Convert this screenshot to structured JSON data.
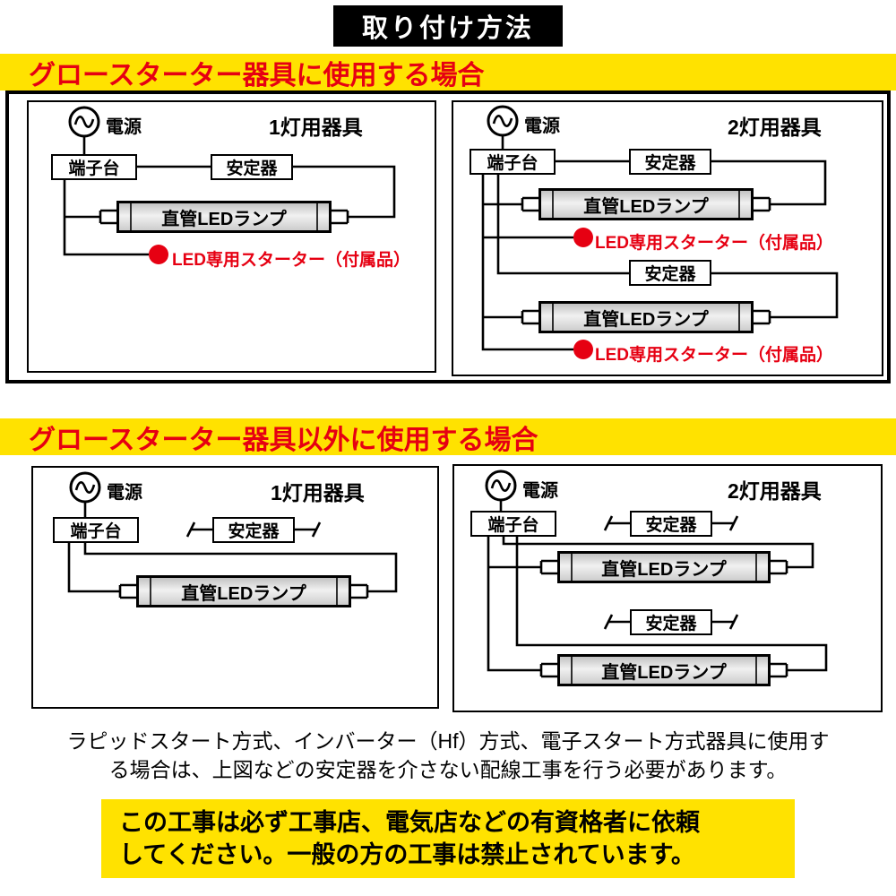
{
  "header": {
    "title": "取り付け方法"
  },
  "sections": {
    "glow": {
      "heading": "グロースターター器具に使用する場合"
    },
    "other": {
      "heading": "グロースターター器具以外に使用する場合"
    }
  },
  "labels": {
    "power": "電源",
    "terminal": "端子台",
    "ballast": "安定器",
    "lamp": "直管LEDランプ",
    "starter": "LED専用スターター（付属品）",
    "single_fixture": "1灯用器具",
    "double_fixture": "2灯用器具"
  },
  "note": {
    "text": "ラピッドスタート方式、インバーター（Hf）方式、電子スタート方式器具に使用す\nる場合は、上図などの安定器を介さない配線工事を行う必要があります。"
  },
  "warning": {
    "text": "この工事は必ず工事店、電気店などの有資格者に依頼\nしてください。一般の方の工事は禁止されています。"
  },
  "colors": {
    "accent_yellow": "#ffe200",
    "accent_red": "#e60012",
    "starter_dot": "#e60012"
  }
}
